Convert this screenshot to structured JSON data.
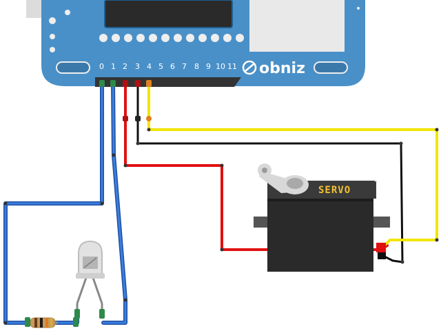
{
  "board": {
    "logo_text": "obniz",
    "pin_labels": [
      "0",
      "1",
      "2",
      "3",
      "4",
      "5",
      "6",
      "7",
      "8",
      "9",
      "10",
      "11"
    ],
    "colors": {
      "body": "#4a90c8",
      "body_dark": "#3c79ab",
      "connector": "#333333",
      "display": "#2a2a2a"
    }
  },
  "servo": {
    "label": "SERVO",
    "colors": {
      "body": "#2f2f2f",
      "side": "#555555",
      "arm": "#d8d8d8"
    }
  },
  "wires": {
    "colors": {
      "signal_ir": "#2f6fcf",
      "power": "#e01010",
      "ground": "#111111",
      "servo_signal": "#f2e600"
    }
  },
  "components": {
    "ir_sensor": "photo-interrupter-icon",
    "resistor": "resistor-icon"
  }
}
